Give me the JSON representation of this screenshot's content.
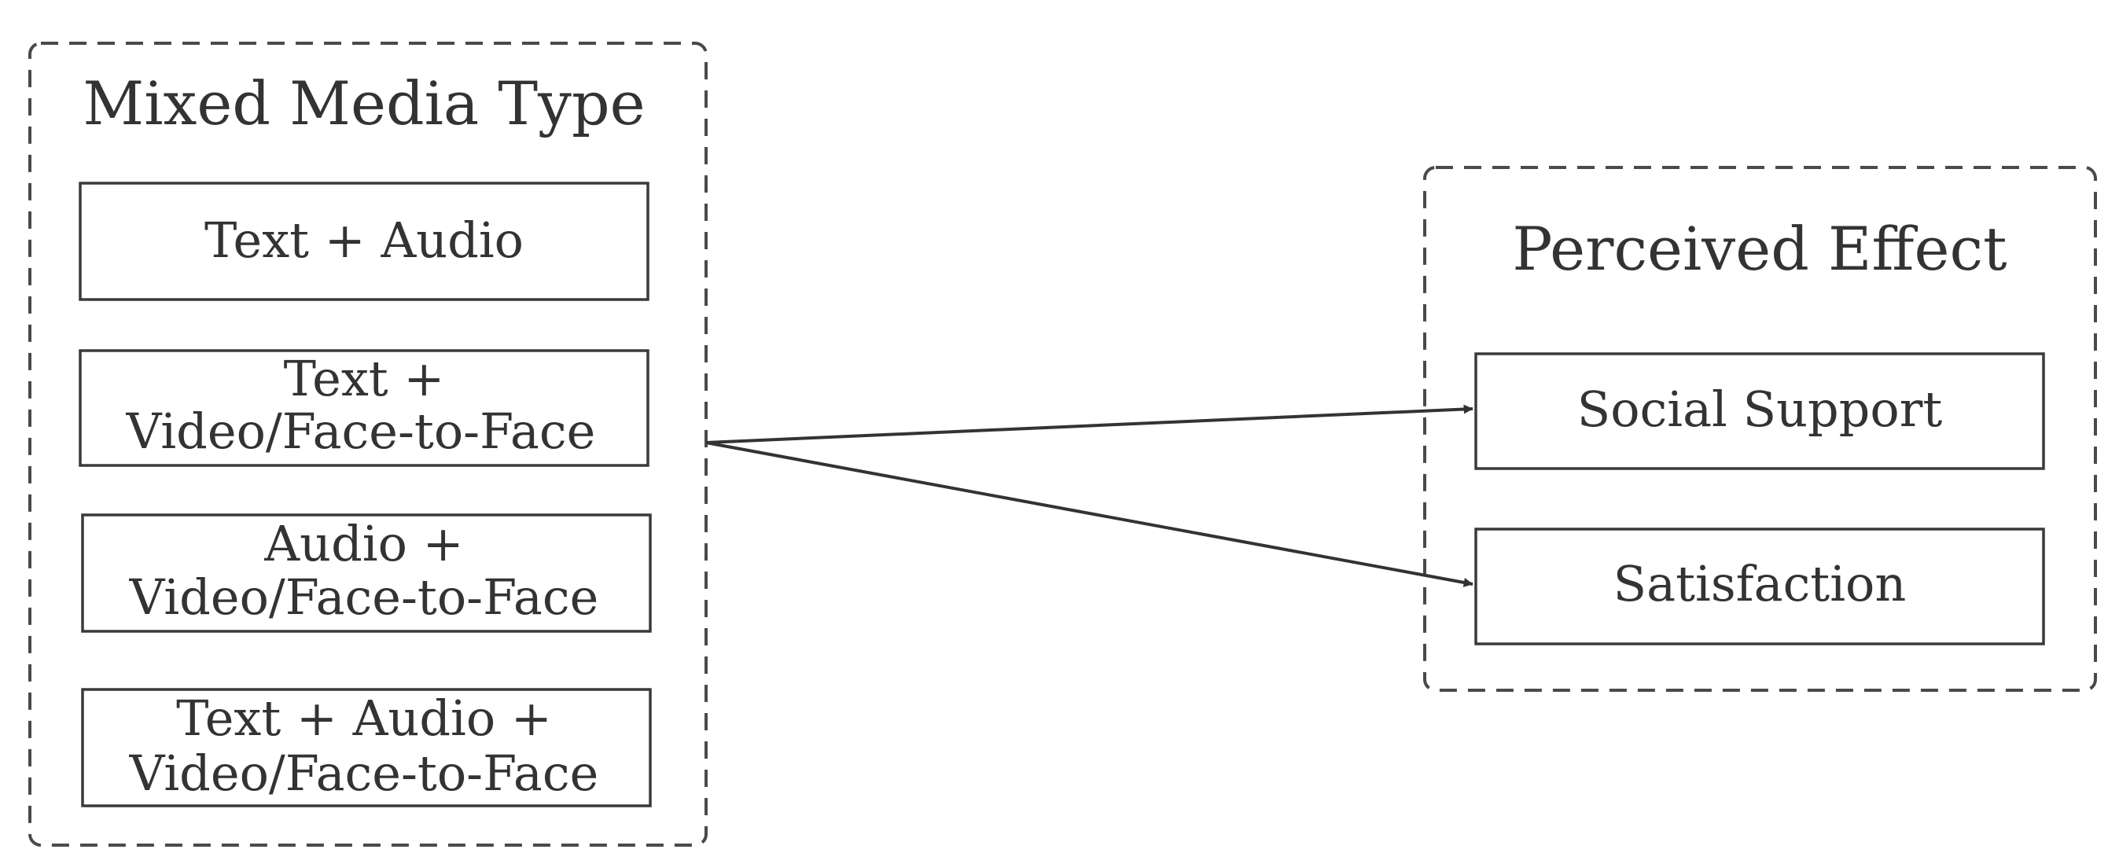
{
  "groups": {
    "source": {
      "title": "Mixed Media Type",
      "nodes": [
        {
          "lines": [
            "Text + Audio"
          ]
        },
        {
          "lines": [
            "Text +",
            "Video/Face-to-Face"
          ]
        },
        {
          "lines": [
            "Audio +",
            "Video/Face-to-Face"
          ]
        },
        {
          "lines": [
            "Text + Audio +",
            "Video/Face-to-Face"
          ]
        }
      ]
    },
    "target": {
      "title": "Perceived Effect",
      "nodes": [
        {
          "lines": [
            "Social Support"
          ]
        },
        {
          "lines": [
            "Satisfaction"
          ]
        }
      ]
    }
  },
  "edges": [
    {
      "from": "Mixed Media Type",
      "to": "Social Support"
    },
    {
      "from": "Mixed Media Type",
      "to": "Satisfaction"
    }
  ],
  "colors": {
    "stroke": "#333333",
    "text": "#333333",
    "background": "#ffffff"
  }
}
